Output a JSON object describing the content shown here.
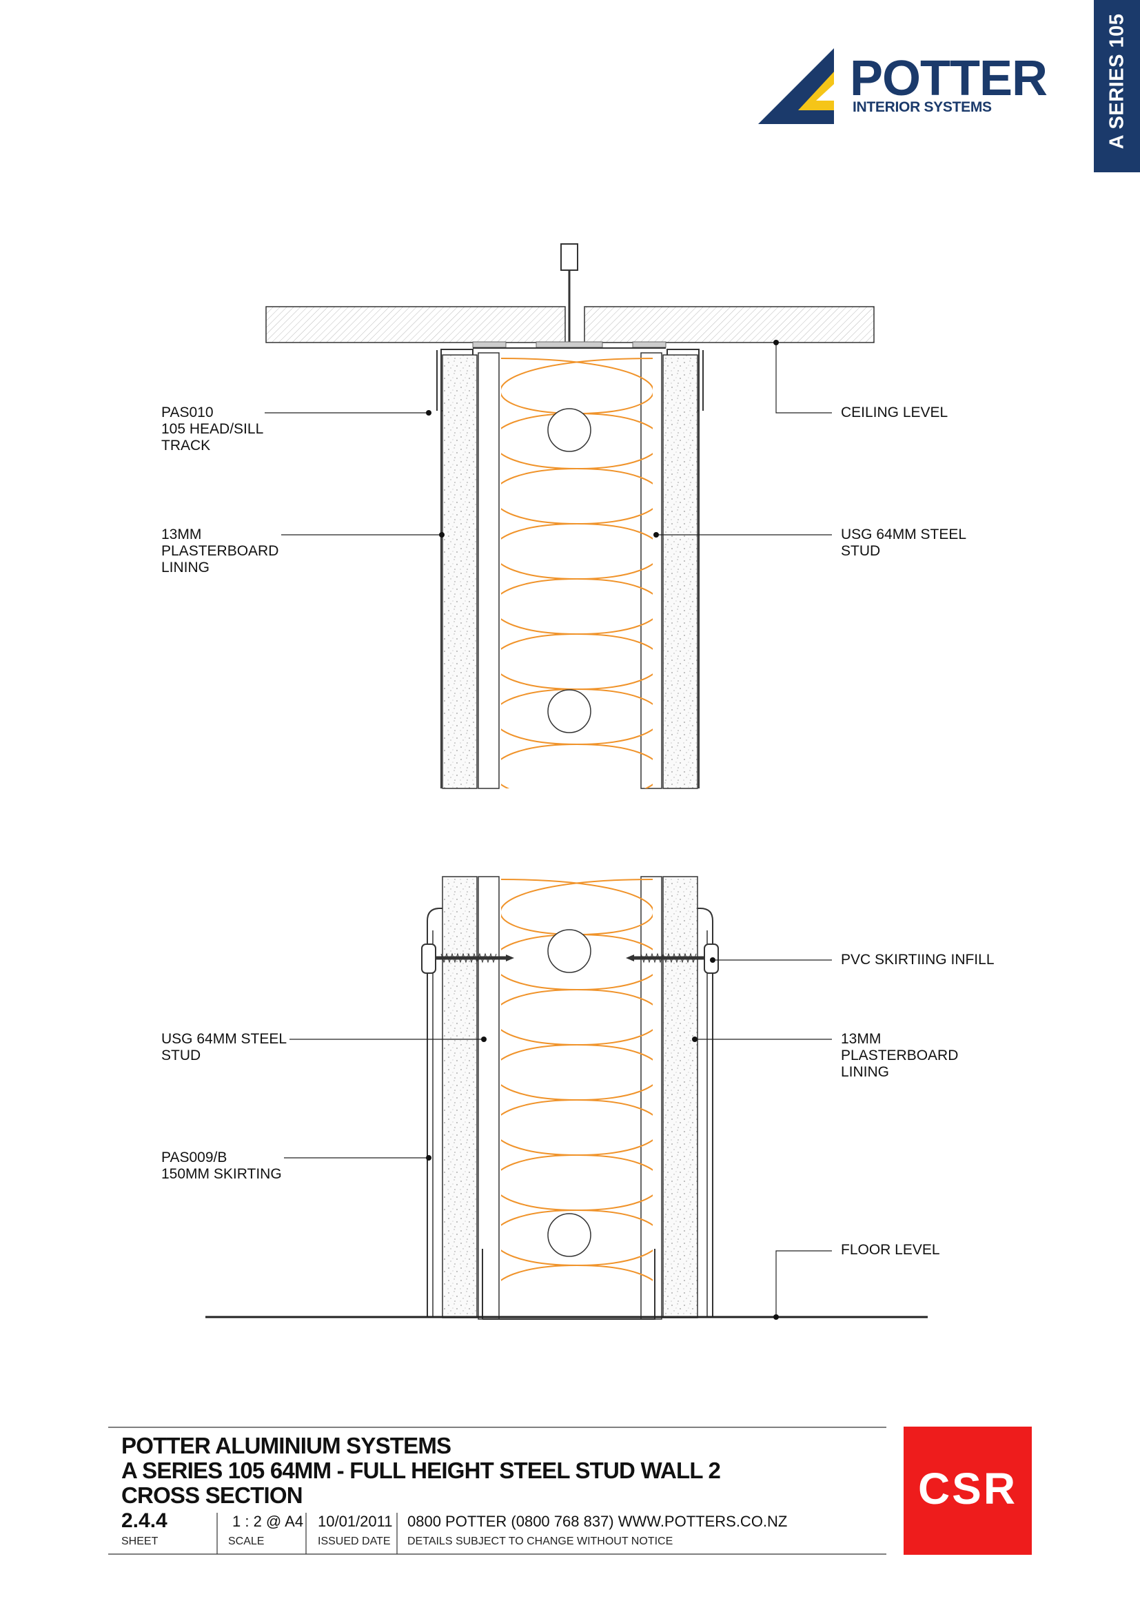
{
  "side_tab": {
    "label": "A SERIES 105",
    "color": "#1b3a6b"
  },
  "brand": {
    "name": "POTTER",
    "subtitle": "INTERIOR SYSTEMS",
    "color": "#1b3a6b",
    "accent": "#f5c518"
  },
  "drawing": {
    "labels": {
      "head_track": "PAS010\n105 HEAD/SILL\nTRACK",
      "ceiling_level": "CEILING LEVEL",
      "plasterboard_top": "13MM\nPLASTERBOARD\nLINING",
      "stud_top": "USG 64MM STEEL\nSTUD",
      "skirting_infill": "PVC SKIRTIING INFILL",
      "stud_bottom": "USG 64MM STEEL\nSTUD",
      "plasterboard_bottom": "13MM\nPLASTERBOARD\nLINING",
      "skirting": "PAS009/B\n150MM SKIRTING",
      "floor_level": "FLOOR LEVEL"
    },
    "insulation_color": "#f0932a"
  },
  "title_block": {
    "line1": "POTTER ALUMINIUM SYSTEMS",
    "line2": "A SERIES 105 64MM - FULL HEIGHT STEEL STUD WALL 2",
    "line3": "CROSS SECTION",
    "sheet": "2.4.4",
    "sheet_caption": "SHEET",
    "scale": "1 : 2 @ A4",
    "scale_caption": "SCALE",
    "issued_date": "10/01/2011",
    "issued_caption": "ISSUED DATE",
    "contact": "0800 POTTER (0800 768 837) WWW.POTTERS.CO.NZ",
    "disclaimer": "DETAILS SUBJECT TO CHANGE WITHOUT NOTICE"
  },
  "csr_logo": {
    "text": "CSR",
    "color": "#ee1c1c"
  }
}
